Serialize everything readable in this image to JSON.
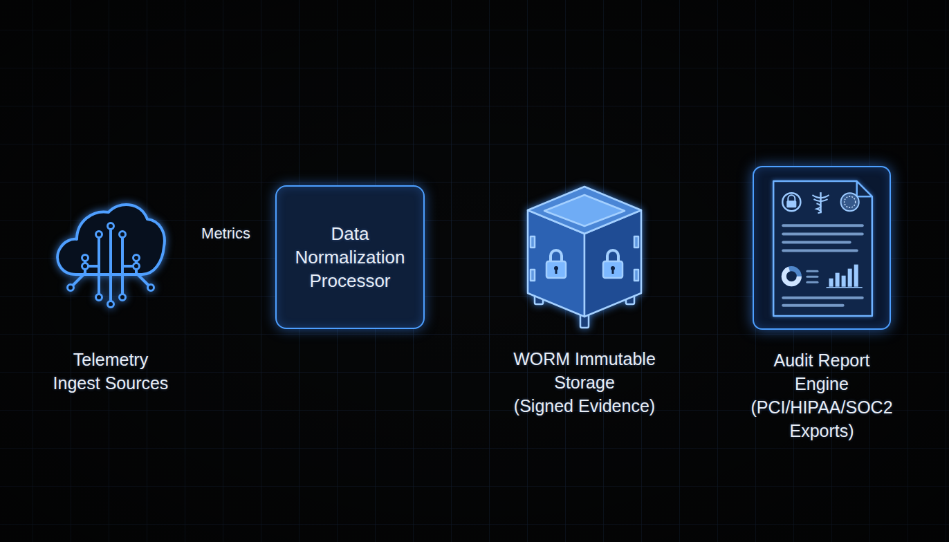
{
  "diagram": {
    "nodes": [
      {
        "text": [
          "Telemetry Ingest Sources"
        ]
      },
      {
        "text": [
          "Data Normalization Processor"
        ]
      },
      {
        "text": [
          "WORM Immutable Storage",
          "(Signed Evidence)"
        ]
      },
      {
        "text": [
          "Audit Report Engine",
          "(PCI/HIPAA/SOC2 Exports)"
        ]
      }
    ],
    "edges": [
      {
        "from": 0,
        "to": 1,
        "arrow": "to",
        "label": "Metrics"
      },
      {
        "from": 1,
        "to": 2,
        "arrow": "to"
      },
      {
        "from": 2,
        "to": 3,
        "arrow": "to"
      }
    ]
  }
}
